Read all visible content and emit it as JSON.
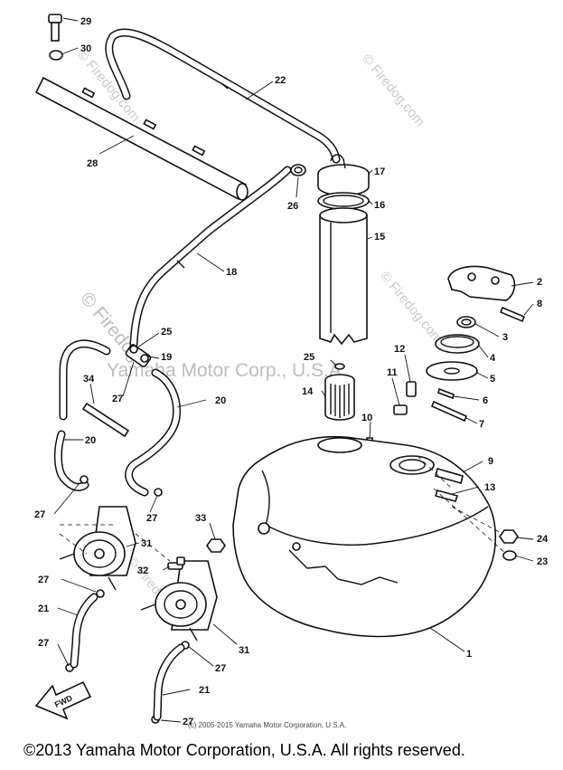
{
  "diagram": {
    "callouts": [
      {
        "id": "c29",
        "label": "29"
      },
      {
        "id": "c30",
        "label": "30"
      },
      {
        "id": "c22",
        "label": "22"
      },
      {
        "id": "c28",
        "label": "28"
      },
      {
        "id": "c17",
        "label": "17"
      },
      {
        "id": "c26",
        "label": "26"
      },
      {
        "id": "c16",
        "label": "16"
      },
      {
        "id": "c15",
        "label": "15"
      },
      {
        "id": "c18",
        "label": "18"
      },
      {
        "id": "c2",
        "label": "2"
      },
      {
        "id": "c8",
        "label": "8"
      },
      {
        "id": "c3",
        "label": "3"
      },
      {
        "id": "c4",
        "label": "4"
      },
      {
        "id": "c5",
        "label": "5"
      },
      {
        "id": "c6",
        "label": "6"
      },
      {
        "id": "c7",
        "label": "7"
      },
      {
        "id": "c25a",
        "label": "25"
      },
      {
        "id": "c19",
        "label": "19"
      },
      {
        "id": "c25b",
        "label": "25"
      },
      {
        "id": "c12",
        "label": "12"
      },
      {
        "id": "c11",
        "label": "11"
      },
      {
        "id": "c14",
        "label": "14"
      },
      {
        "id": "c34",
        "label": "34"
      },
      {
        "id": "c27a",
        "label": "27"
      },
      {
        "id": "c20a",
        "label": "20"
      },
      {
        "id": "c20b",
        "label": "20"
      },
      {
        "id": "c10",
        "label": "10"
      },
      {
        "id": "c9",
        "label": "9"
      },
      {
        "id": "c13",
        "label": "13"
      },
      {
        "id": "c27b",
        "label": "27"
      },
      {
        "id": "c27c",
        "label": "27"
      },
      {
        "id": "c33",
        "label": "33"
      },
      {
        "id": "c31a",
        "label": "31"
      },
      {
        "id": "c24",
        "label": "24"
      },
      {
        "id": "c23",
        "label": "23"
      },
      {
        "id": "c32",
        "label": "32"
      },
      {
        "id": "c27d",
        "label": "27"
      },
      {
        "id": "c21a",
        "label": "21"
      },
      {
        "id": "c27e",
        "label": "27"
      },
      {
        "id": "c31b",
        "label": "31"
      },
      {
        "id": "c1",
        "label": "1"
      },
      {
        "id": "c27f",
        "label": "27"
      },
      {
        "id": "c21b",
        "label": "21"
      },
      {
        "id": "c27g",
        "label": "27"
      }
    ],
    "watermarks": {
      "firedog": "© Firedog.com",
      "firedog_short": "© Firedog",
      "yamaha": "Yamaha Motor Corp., U.S.A."
    },
    "fwd_label": "FWD",
    "inner_copyright": "(c) 2005-2015 Yamaha Motor Corporation, U.S.A."
  },
  "footer": {
    "copyright": "©2013 Yamaha Motor Corporation, U.S.A. All rights reserved."
  }
}
